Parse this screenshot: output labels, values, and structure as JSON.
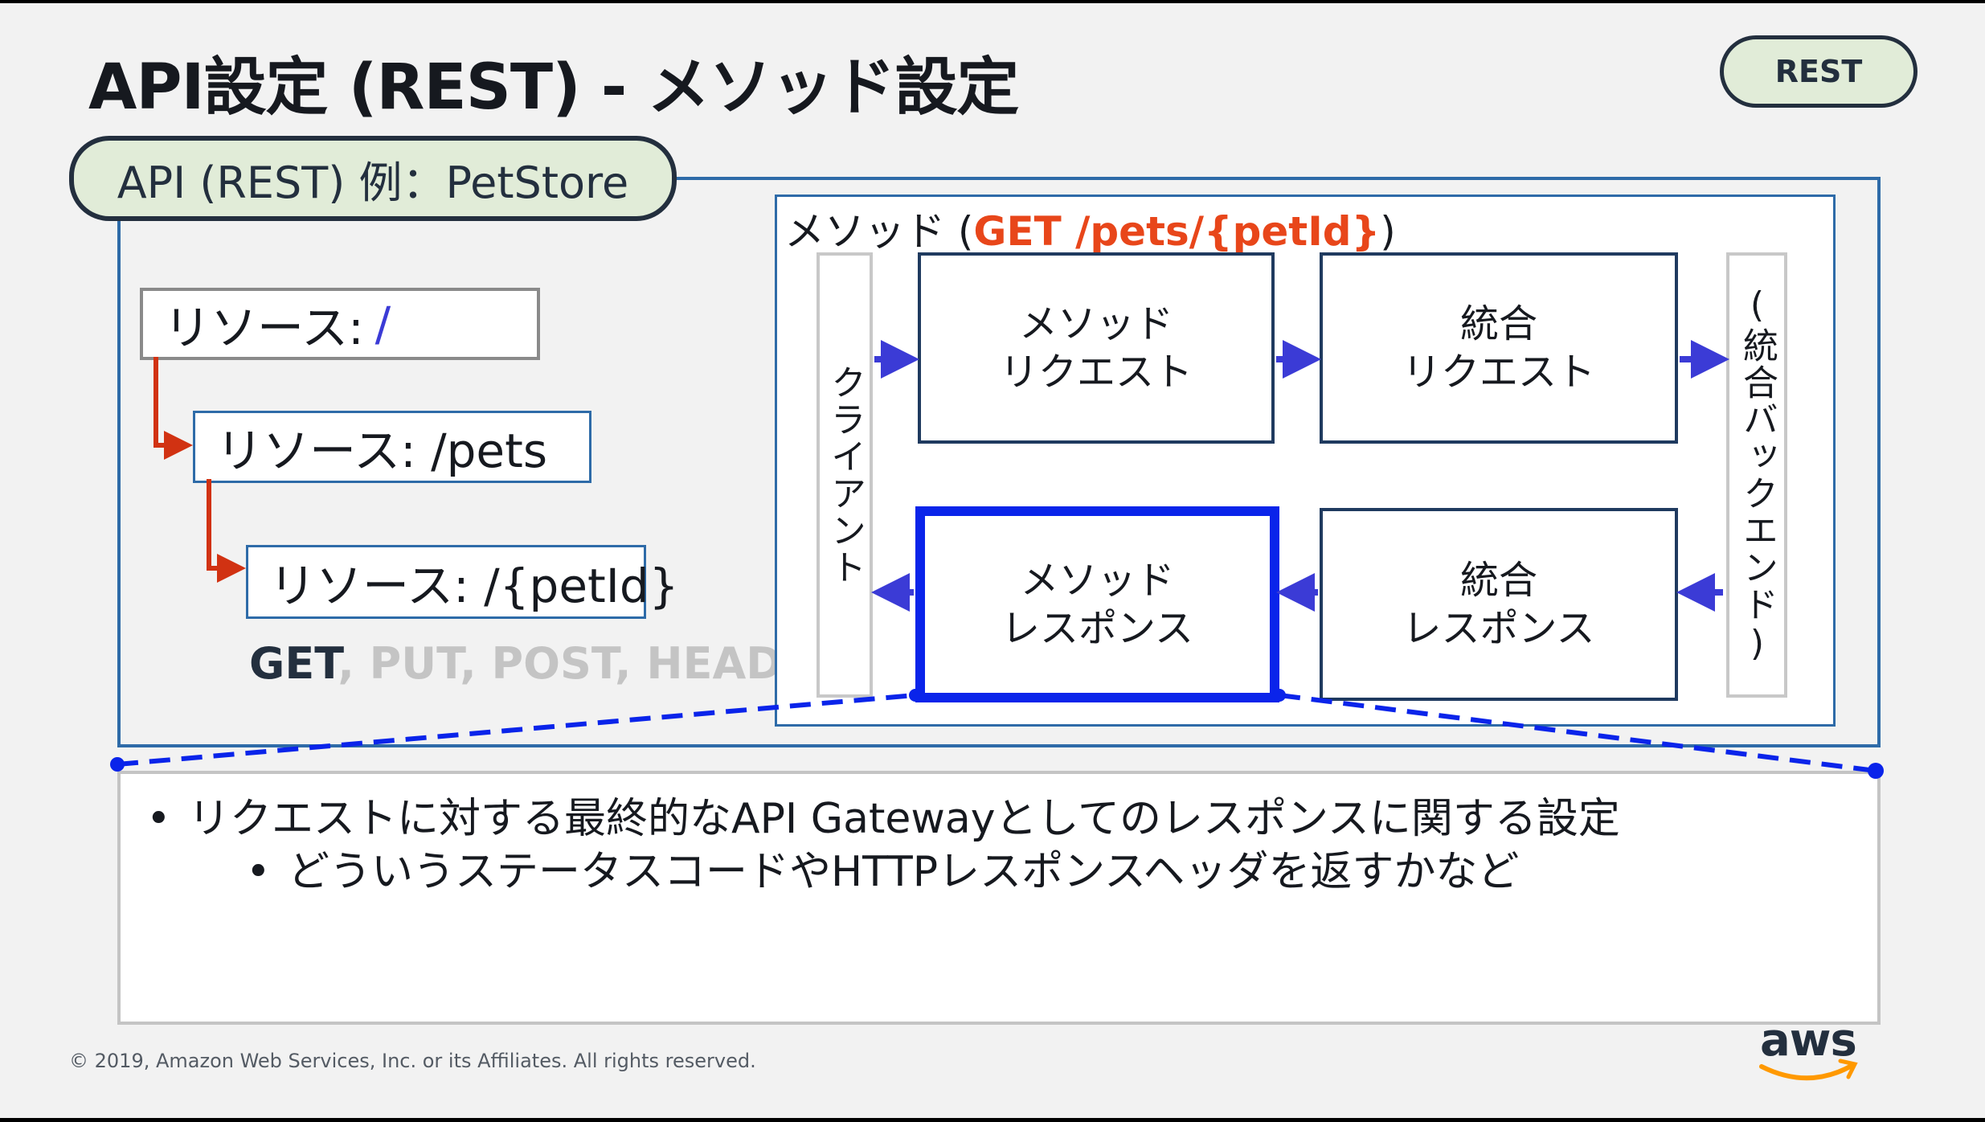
{
  "slide": {
    "title": "API設定 (REST) - メソッド設定",
    "badge": "REST",
    "example_label": "API (REST) 例：PetStore"
  },
  "resources": {
    "root_label": "リソース:",
    "root_path": "/",
    "pets": "リソース: /pets",
    "petid": "リソース: /{petId}"
  },
  "methods": {
    "active": "GET",
    "inactive": ", PUT, POST, HEAD"
  },
  "method_panel": {
    "heading_prefix": "メソッド (",
    "heading_highlight": "GET /pets/{petId}",
    "heading_suffix": ")",
    "client": "クライアント",
    "backend": "(統合バックエンド)",
    "method_request": [
      "メソッド",
      "リクエスト"
    ],
    "integration_request": [
      "統合",
      "リクエスト"
    ],
    "method_response": [
      "メソッド",
      "レスポンス"
    ],
    "integration_response": [
      "統合",
      "レスポンス"
    ]
  },
  "notes": {
    "bullet1": "リクエストに対する最終的なAPI Gatewayとしてのレスポンスに関する設定",
    "bullet2": "どういうステータスコードやHTTPレスポンスヘッダを返すかなど"
  },
  "footer": {
    "copyright": "© 2019, Amazon Web Services, Inc. or its Affiliates. All rights reserved.",
    "logo_text": "aws"
  },
  "colors": {
    "accent_blue": "#0a24ea",
    "arrow_blue": "#3b3bd6",
    "tree_red": "#d13212",
    "highlight_orange": "#e8461a",
    "badge_green": "#e1ecd8",
    "aws_orange": "#ff9900"
  }
}
